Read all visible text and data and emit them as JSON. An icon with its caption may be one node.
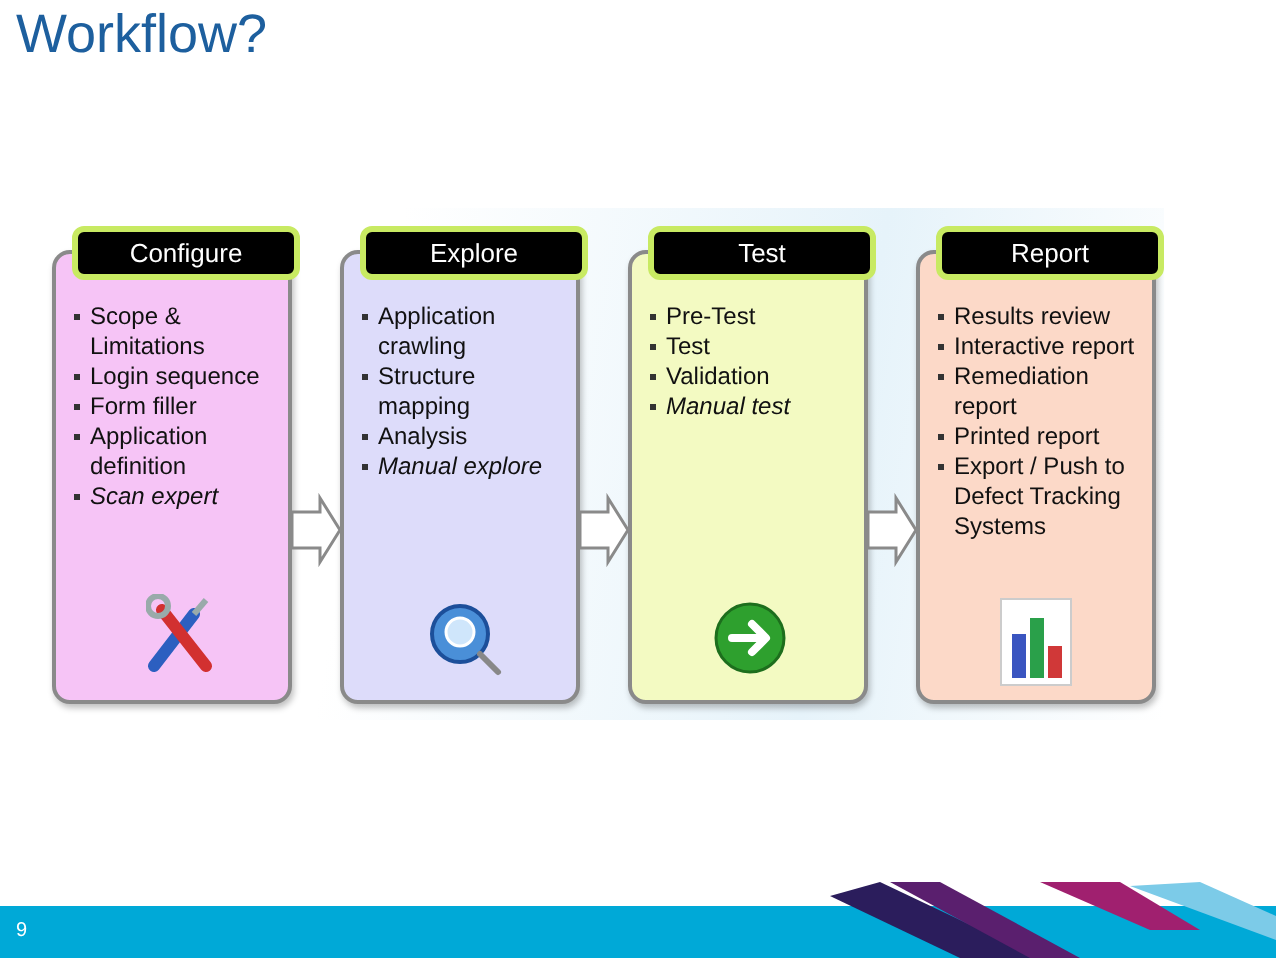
{
  "diagram": {
    "title": "Workflow?",
    "nodes": [
      {
        "text": [
          "Configure",
          "Scope & Limitations",
          "Login sequence",
          "Form filler",
          "Application definition",
          "*Scan expert*"
        ]
      },
      {
        "text": [
          "Explore",
          "Application crawling",
          "Structure mapping",
          "Analysis",
          "*Manual explore*"
        ]
      },
      {
        "text": [
          "Test",
          "Pre-Test",
          "Test",
          "Validation",
          "*Manual test*"
        ]
      },
      {
        "text": [
          "Report",
          "Results review",
          "Interactive report",
          "Remediation report",
          "Printed report",
          "Export / Push to Defect Tracking Systems"
        ]
      }
    ],
    "edges": [
      {
        "from": 0,
        "to": 1,
        "arrow": "to"
      },
      {
        "from": 1,
        "to": 2,
        "arrow": "to"
      },
      {
        "from": 2,
        "to": 3,
        "arrow": "to"
      }
    ],
    "labels": [
      "9"
    ]
  }
}
